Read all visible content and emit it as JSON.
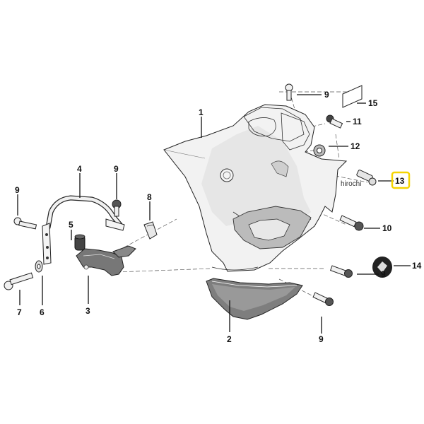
{
  "diagram": {
    "callouts": [
      {
        "id": "c1",
        "label": "1"
      },
      {
        "id": "c2",
        "label": "2"
      },
      {
        "id": "c3",
        "label": "3"
      },
      {
        "id": "c4",
        "label": "4"
      },
      {
        "id": "c5",
        "label": "5"
      },
      {
        "id": "c6",
        "label": "6"
      },
      {
        "id": "c7",
        "label": "7"
      },
      {
        "id": "c8",
        "label": "8"
      },
      {
        "id": "c9a",
        "label": "9"
      },
      {
        "id": "c9b",
        "label": "9"
      },
      {
        "id": "c9c",
        "label": "9"
      },
      {
        "id": "c9d",
        "label": "9"
      },
      {
        "id": "c9e",
        "label": "9"
      },
      {
        "id": "c10",
        "label": "10"
      },
      {
        "id": "c11",
        "label": "11"
      },
      {
        "id": "c12",
        "label": "12"
      },
      {
        "id": "c13",
        "label": "13",
        "highlighted": true
      },
      {
        "id": "c14",
        "label": "14"
      },
      {
        "id": "c15",
        "label": "15"
      }
    ],
    "watermark": "hirochi",
    "highlight_color": "#f5d400"
  }
}
